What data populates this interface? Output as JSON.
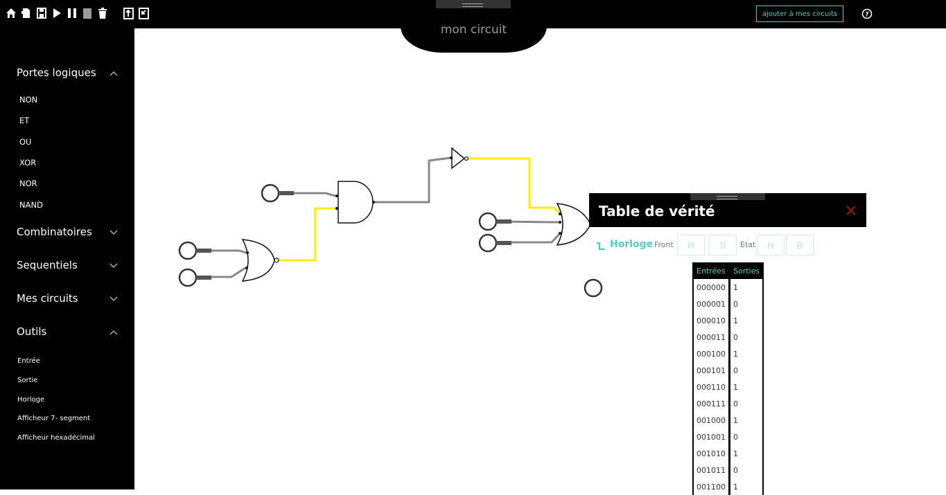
{
  "toolbar": {
    "icons": [
      "home-icon",
      "open-icon",
      "save-icon",
      "play-icon",
      "pause-icon",
      "stop-icon",
      "delete-icon",
      "export-icon",
      "import-icon"
    ]
  },
  "header": {
    "add_button": "ajouter à mes circuits",
    "circuit_name": "mon circuit"
  },
  "sidebar": {
    "sections": {
      "logic": "Portes logiques",
      "combinational": "Combinatoires",
      "sequential": "Sequentiels",
      "my_circuits": "Mes circuits",
      "tools": "Outils"
    },
    "gates": [
      "NON",
      "ET",
      "OU",
      "XOR",
      "NOR",
      "NAND"
    ],
    "tools": [
      "Entrée",
      "Sortie",
      "Horloge",
      "Afficheur 7- segment",
      "Afficheur hexadécimal"
    ]
  },
  "truth_table": {
    "title": "Table de vérité",
    "clock_label": "Horloge",
    "front_label": "Front",
    "state_label": "Etat",
    "front_buttons": [
      "M",
      "D"
    ],
    "state_buttons": [
      "H",
      "B"
    ],
    "headers": [
      "Entrées",
      "Sorties"
    ],
    "rows": [
      [
        "000000",
        "1"
      ],
      [
        "000001",
        "0"
      ],
      [
        "000010",
        "1"
      ],
      [
        "000011",
        "0"
      ],
      [
        "000100",
        "1"
      ],
      [
        "000101",
        "0"
      ],
      [
        "000110",
        "1"
      ],
      [
        "000111",
        "0"
      ],
      [
        "001000",
        "1"
      ],
      [
        "001001",
        "0"
      ],
      [
        "001010",
        "1"
      ],
      [
        "001011",
        "0"
      ],
      [
        "001100",
        "1"
      ]
    ]
  },
  "colors": {
    "accent": "#4fd1c5",
    "wire_active": "#ffee00",
    "wire_inactive": "#888888",
    "close": "#d9241c"
  }
}
